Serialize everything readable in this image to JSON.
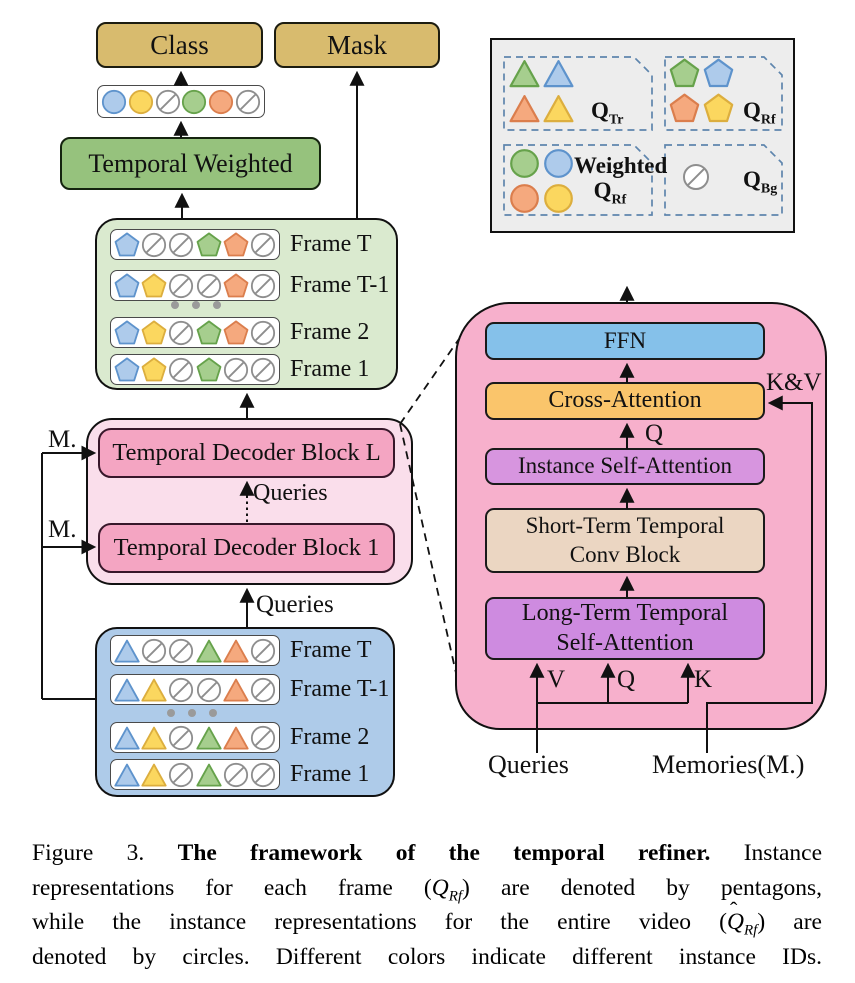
{
  "colors": {
    "blue": {
      "fill": "#AECBEB",
      "stroke": "#5E93CC"
    },
    "yellow": {
      "fill": "#FBD75F",
      "stroke": "#DCAE3E"
    },
    "green": {
      "fill": "#A6CE8E",
      "stroke": "#66A24B"
    },
    "orange": {
      "fill": "#F5A97E",
      "stroke": "#DB7E4D"
    },
    "bg": {
      "fill": "#FFFFFF",
      "stroke": "#8E8E8E"
    }
  },
  "output": {
    "class_label": "Class",
    "mask_label": "Mask"
  },
  "weighted_row": {
    "shapes": [
      "circle:blue",
      "circle:yellow",
      "bg",
      "circle:green",
      "circle:orange",
      "bg"
    ]
  },
  "temporal_weighted": {
    "label": "Temporal Weighted"
  },
  "pentagon_stack": {
    "rows": [
      {
        "label": "Frame T",
        "shapes": [
          "pentagon:blue",
          "bg",
          "bg",
          "pentagon:green",
          "pentagon:orange",
          "bg"
        ]
      },
      {
        "label": "Frame T-1",
        "shapes": [
          "pentagon:blue",
          "pentagon:yellow",
          "bg",
          "bg",
          "pentagon:orange",
          "bg"
        ]
      },
      {
        "label": "Frame 2",
        "shapes": [
          "pentagon:blue",
          "pentagon:yellow",
          "bg",
          "pentagon:green",
          "pentagon:orange",
          "bg"
        ]
      },
      {
        "label": "Frame 1",
        "shapes": [
          "pentagon:blue",
          "pentagon:yellow",
          "bg",
          "pentagon:green",
          "bg",
          "bg"
        ]
      }
    ]
  },
  "decoder": {
    "block_l": "Temporal Decoder Block L",
    "block_1": "Temporal Decoder Block 1",
    "queries_inner": "Queries",
    "queries_input": "Queries",
    "memory_top": "M.",
    "memory_bottom": "M."
  },
  "triangle_stack": {
    "rows": [
      {
        "label": "Frame T",
        "shapes": [
          "triangle:blue",
          "bg",
          "bg",
          "triangle:green",
          "triangle:orange",
          "bg"
        ]
      },
      {
        "label": "Frame T-1",
        "shapes": [
          "triangle:blue",
          "triangle:yellow",
          "bg",
          "bg",
          "triangle:orange",
          "bg"
        ]
      },
      {
        "label": "Frame 2",
        "shapes": [
          "triangle:blue",
          "triangle:yellow",
          "bg",
          "triangle:green",
          "triangle:orange",
          "bg"
        ]
      },
      {
        "label": "Frame 1",
        "shapes": [
          "triangle:blue",
          "triangle:yellow",
          "bg",
          "triangle:green",
          "bg",
          "bg"
        ]
      }
    ]
  },
  "legend": {
    "tr": {
      "label_main": "Q",
      "label_sub": "Tr",
      "shapes": [
        "triangle:green",
        "triangle:blue",
        "triangle:orange",
        "triangle:yellow"
      ]
    },
    "rf": {
      "label_main": "Q",
      "label_sub": "Rf",
      "shapes": [
        "pentagon:green",
        "pentagon:blue",
        "pentagon:orange",
        "pentagon:yellow"
      ]
    },
    "wrf": {
      "label_prefix": "Weighted",
      "label_main": "Q",
      "label_sub": "Rf",
      "shapes": [
        "circle:green",
        "circle:blue",
        "circle:orange",
        "circle:yellow"
      ]
    },
    "bg": {
      "label_main": "Q",
      "label_sub": "Bg",
      "shapes": [
        "bg"
      ]
    }
  },
  "refiner": {
    "ffn": "FFN",
    "cross": "Cross-Attention",
    "instance": "Instance Self-Attention",
    "conv_1": "Short-Term Temporal",
    "conv_2": "Conv Block",
    "long_1": "Long-Term Temporal",
    "long_2": "Self-Attention",
    "kv": "K&V",
    "q": "Q",
    "in_v": "V",
    "in_q": "Q",
    "in_k": "K",
    "queries": "Queries",
    "memories": "Memories(M.)"
  },
  "caption": {
    "l1a": "Figure 3.",
    "l1b": "The framework of the temporal refiner.",
    "l1c": "Instance",
    "l2a": "representations for each frame (",
    "l2b": ") are denoted by pentagons,",
    "l3a": "while the instance representations for the entire video (",
    "l3b": ") are",
    "l4": "denoted by circles. Different colors indicate different instance IDs.",
    "q": "Q",
    "q_sub": "Rf",
    "hat": "ˆ"
  }
}
